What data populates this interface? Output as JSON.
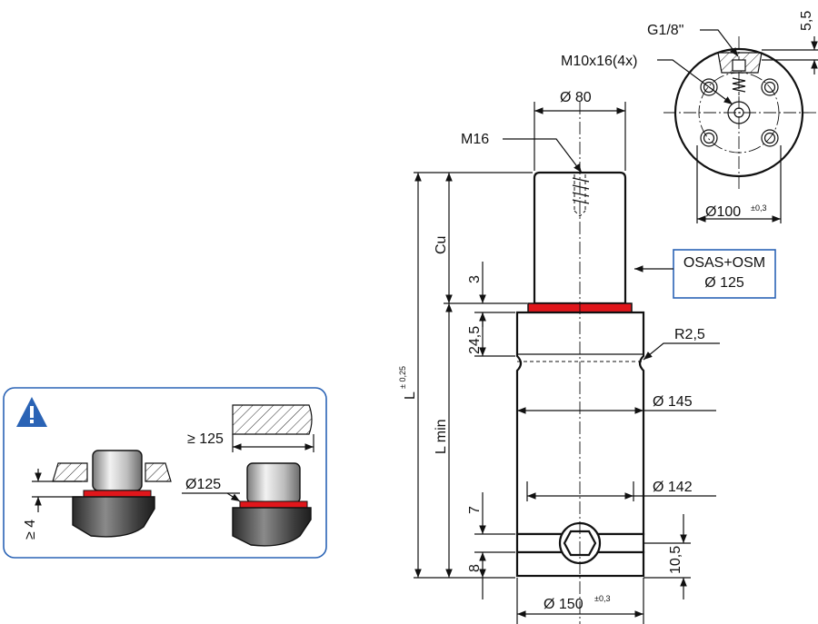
{
  "labels": {
    "g18": "G1/8\"",
    "m10": "M10x16(4x)",
    "d80": "Ø 80",
    "m16": "M16",
    "d100": "Ø100",
    "d100_tol": "±0,3",
    "osas_line1": "OSAS+OSM",
    "osas_line2": "Ø 125",
    "r25": "R2,5",
    "d145": "Ø 145",
    "d142": "Ø 142",
    "d150": "Ø 150",
    "d150_tol": "±0,3",
    "dim_55": "5,5",
    "dim_cu": "Cu",
    "dim_3": "3",
    "dim_245": "24,5",
    "dim_lmin": "L min",
    "dim_L": "L",
    "dim_L_tol": "± 0,25",
    "dim_7": "7",
    "dim_8": "8",
    "dim_105": "10,5"
  },
  "notice": {
    "warning_icon": "warning-triangle-icon",
    "ge125": "≥ 125",
    "d125": "Ø125",
    "ge4": "≥ 4"
  },
  "colors": {
    "accent_blue": "#2a63b5",
    "seal_red": "#e0161b",
    "outline": "#111111"
  }
}
